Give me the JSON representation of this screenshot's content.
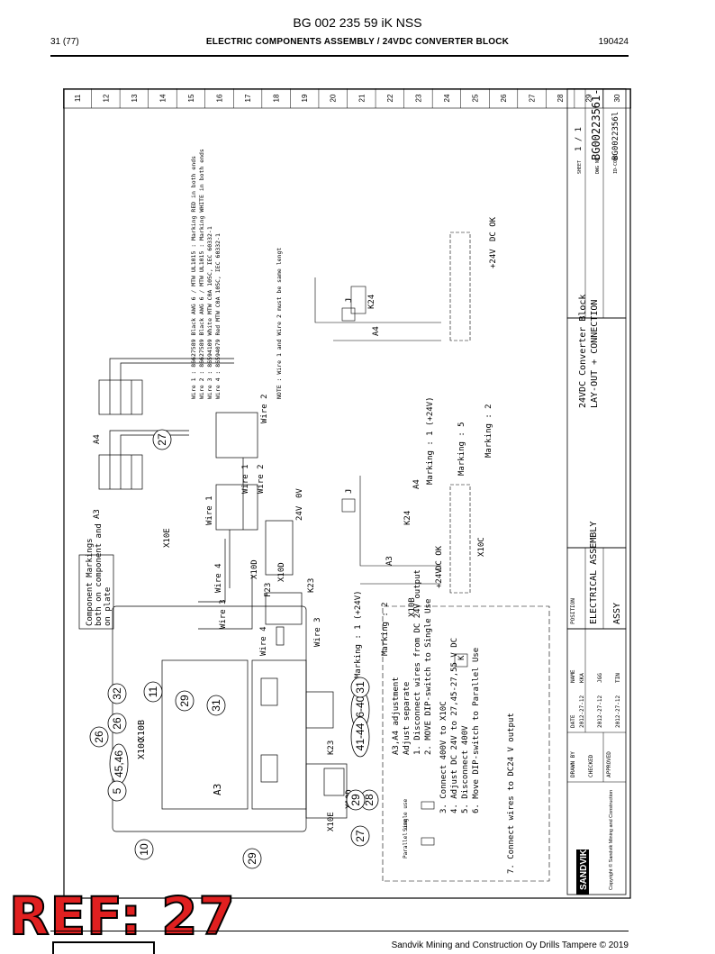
{
  "header": {
    "doc_code": "BG 002 235 59 iK NSS",
    "page": "31 (77)",
    "title": "ELECTRIC COMPONENTS ASSEMBLY / 24VDC CONVERTER BLOCK",
    "date": "190424"
  },
  "grid": {
    "columns": [
      "30",
      "29",
      "28",
      "27",
      "26",
      "25",
      "24",
      "23",
      "22",
      "21",
      "20",
      "19",
      "18",
      "17",
      "16",
      "15",
      "14",
      "13",
      "12",
      "11"
    ]
  },
  "wire_table": [
    "Wire 1 : 86627589  Black AWG 6 / MTW UL1015 : Marking RED in both ends",
    "Wire 2 : 86627589  Black AWG 6 / MTW UL1015 : Marking WHITE in both ends",
    "Wire 3 : 86594109  White MTW C0A 105C, IEC 60332-1",
    "Wire 4 : 86594079  Red   MTW C0A 105C, IEC 60332-1"
  ],
  "note": "NOTE : Wire 1 and Wire 2 must be same lengt",
  "component_markings": [
    "Component Markings",
    "both on component and",
    "on plate"
  ],
  "markings": {
    "right_1": "Marking : 1 (+24V)",
    "right_5": "Marking : 5",
    "right_2": "Marking : 2",
    "left_1": "Marking : 1 (+24V)",
    "left_2": "Marking : 2"
  },
  "labels": {
    "wire1": "Wire 1",
    "wire2": "Wire 2",
    "wire3": "Wire 3",
    "wire4": "Wire 4",
    "a3": "A3",
    "a4": "A4",
    "k23": "K23",
    "k24": "K24",
    "x10b": "X10B",
    "x10c": "X10C",
    "x10d": "X10D",
    "x10e": "X10E",
    "f23": "F23",
    "dc_ok": "DC OK",
    "plus24v": "+24V",
    "j": "J",
    "k": "K",
    "v24": "24V",
    "v0": "0V"
  },
  "balloons": [
    "27",
    "31",
    "29",
    "11",
    "32",
    "26",
    "26",
    "45,46",
    "5",
    "10",
    "29",
    "27",
    "28",
    "29",
    "36-40",
    "41-44",
    "31"
  ],
  "instructions": [
    "A3,A4 adjustment",
    "Adjust separate",
    "1. Disconnect wires from DC 24V output",
    "2. MOVE DIP-switch to Single Use",
    "3. Connect 400V to X10C",
    "4. Adjust DC 24V to 27,45-27,55 V DC",
    "5. Disconnect 400V",
    "6. Move DIP-switch to Parallel Use",
    "7. Connect wires to DC24 V output"
  ],
  "dip_labels": {
    "single": "Single use",
    "parallel": "Parallel use"
  },
  "title_block": {
    "description_1": "24VDC Converter Block",
    "description_2": "LAY-OUT + CONNECTION",
    "assembly": "ELECTRICAL ASSEMBLY",
    "assy": "ASSY",
    "sheet_label": "SHEET",
    "sheet": "1 / 1",
    "dwg_label": "DWG NR",
    "dwg": "BG00223561-K",
    "idcode_label": "ID-CODE",
    "idcode": "BG0022356l",
    "position_label": "POSITION",
    "drawn": "DRAWN BY",
    "checked": "CHECKED",
    "approved": "APPROVED",
    "date_col": "DATE",
    "name_col": "NAME",
    "d1": "2012-27-12",
    "d2": "2012-27-12",
    "d3": "2012-27-12",
    "n1": "KKA",
    "n2": "JGG",
    "n3": "TIN",
    "brand": "SANDVIK",
    "copyright": "Copyright © Sandvik Mining and Construction"
  },
  "ref": "REF: 27",
  "footer": {
    "copyright": "Sandvik Mining and Construction Oy Drills Tampere © 2019"
  }
}
